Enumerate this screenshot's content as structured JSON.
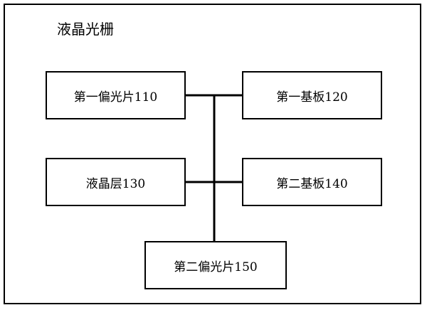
{
  "diagram": {
    "title": "液晶光栅",
    "components": [
      {
        "label": "第一偏光片110"
      },
      {
        "label": "第一基板120"
      },
      {
        "label": "液晶层130"
      },
      {
        "label": "第二基板140"
      },
      {
        "label": "第二偏光片150"
      }
    ]
  }
}
